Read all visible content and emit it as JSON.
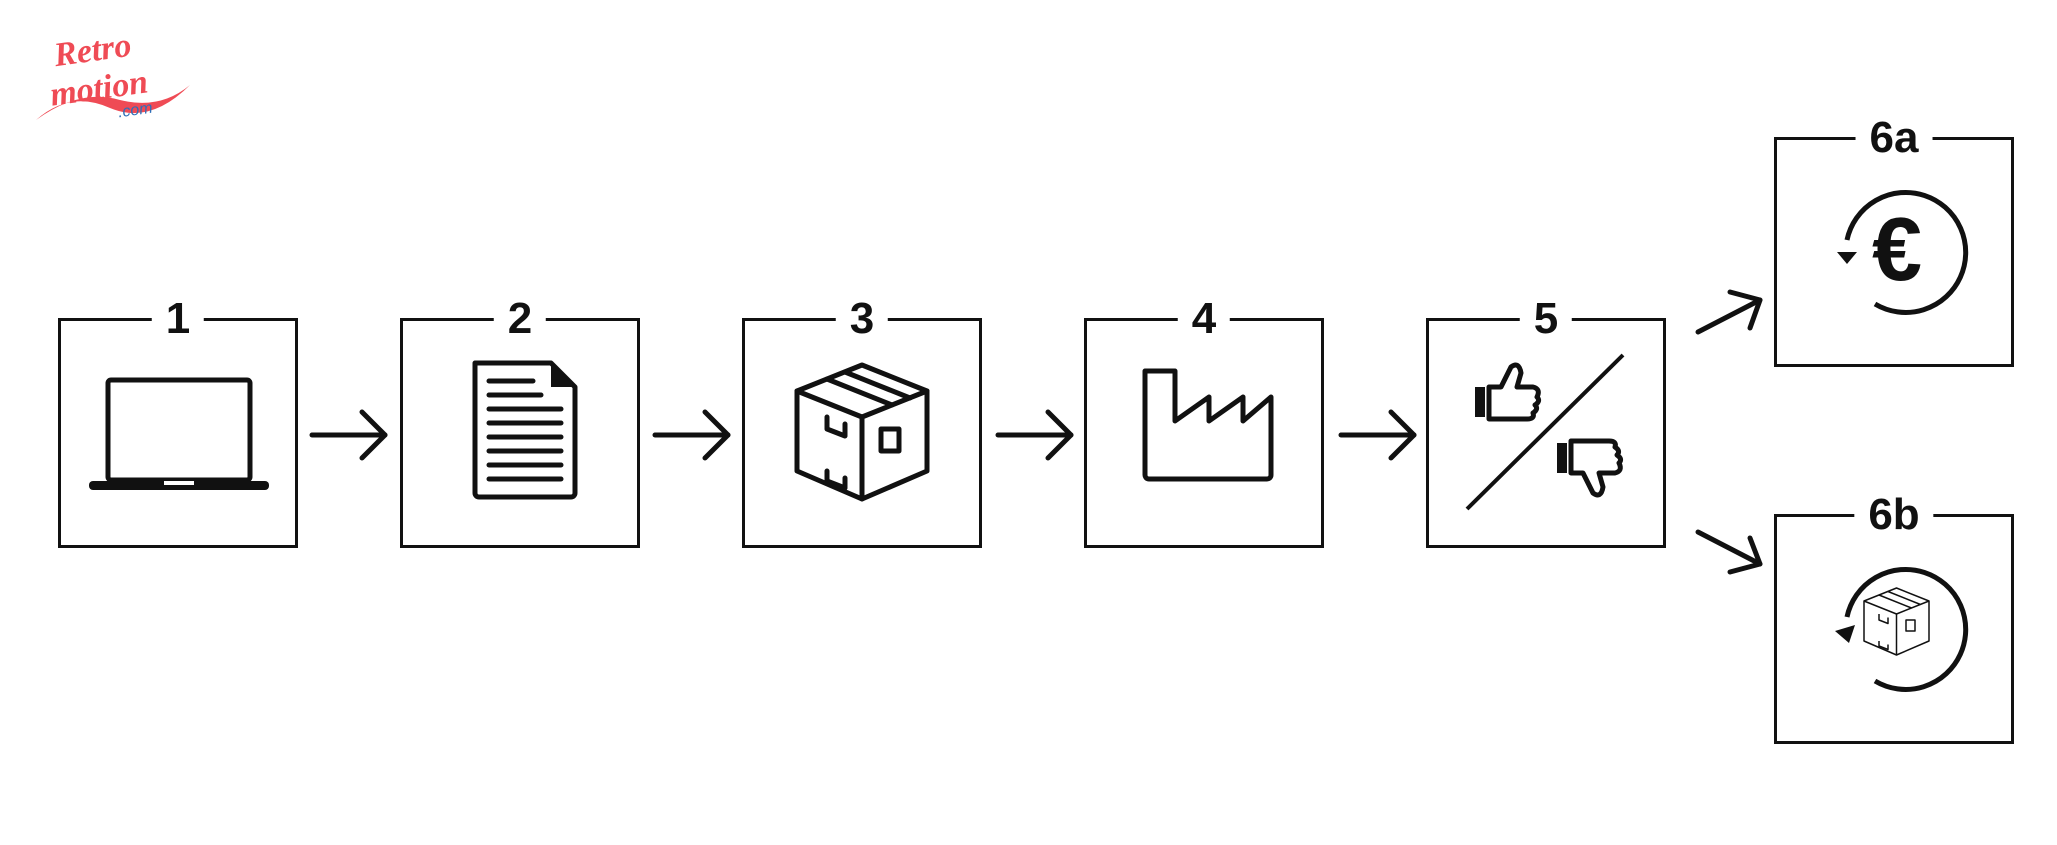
{
  "logo": {
    "line1": "Retro",
    "line2": "motion",
    "domain": ".com",
    "color": "#ef4b55",
    "accent": "#2f6fb8"
  },
  "steps": [
    {
      "label": "1",
      "icon": "laptop-icon"
    },
    {
      "label": "2",
      "icon": "document-icon"
    },
    {
      "label": "3",
      "icon": "package-icon"
    },
    {
      "label": "4",
      "icon": "factory-icon"
    },
    {
      "label": "5",
      "icon": "thumbs-up-down-icon"
    },
    {
      "label": "6a",
      "icon": "euro-refund-icon"
    },
    {
      "label": "6b",
      "icon": "package-return-icon"
    }
  ]
}
